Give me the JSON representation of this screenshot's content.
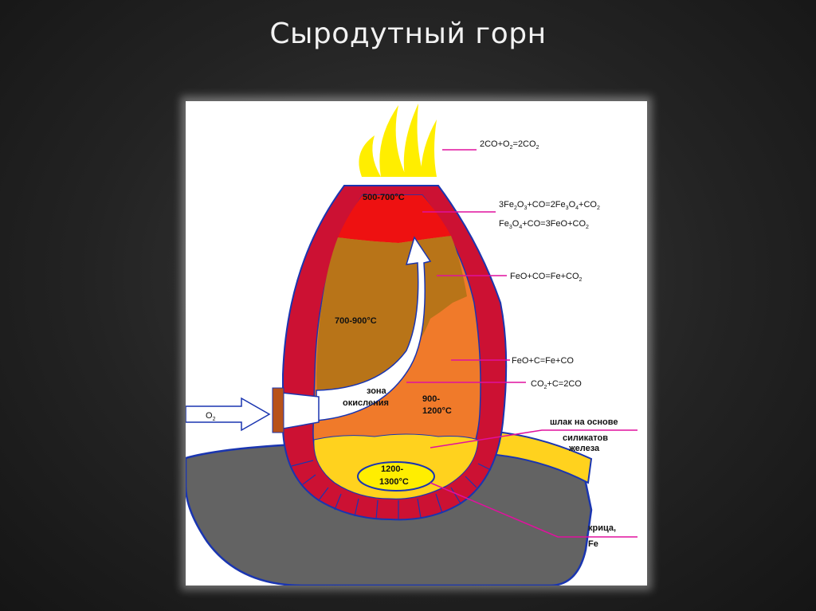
{
  "slide": {
    "title": "Сыродутный горн"
  },
  "diagram": {
    "temperatures": {
      "top_zone": "500-700°C",
      "middle_zone": "700-900°C",
      "lower_zone_line1": "900-",
      "lower_zone_line2": "1200°C",
      "bottom_zone_line1": "1200-",
      "bottom_zone_line2": "1300°C"
    },
    "zone_label_line1": "зона",
    "zone_label_line2": "окисления",
    "air_input_label": "O2",
    "reactions": [
      "2CO+O2=2CO2",
      "3Fe2O3+CO=2Fe3O4+CO2",
      "Fe3O4+CO=3FeO+CO2",
      "FeO+CO=Fe+CO2",
      "FeO+C=Fe+CO",
      "CO2+C=2CO"
    ],
    "slag_label": [
      "шлак на основе",
      "силикатов",
      "железа"
    ],
    "bloom_label": [
      "крица,",
      "Fe"
    ],
    "colors": {
      "flame": "#ffee00",
      "brick": "#cc1133",
      "top_zone": "#ee1111",
      "ore_zone": "#b87418",
      "hot_zone": "#f07a2a",
      "slag": "#ffd21e",
      "ground": "#636363",
      "leader": "#e0119e"
    }
  }
}
